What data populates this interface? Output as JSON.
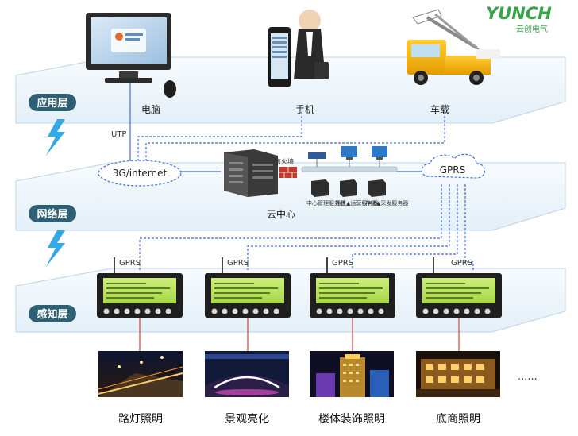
{
  "brand": {
    "logo_text": "YUNCH",
    "sub_text": "云创电气",
    "color": "#3aa34a"
  },
  "layers": [
    {
      "label": "应用层"
    },
    {
      "label": "网络层"
    },
    {
      "label": "感知层"
    }
  ],
  "application": {
    "devices": [
      {
        "label": "电脑",
        "icon": "computer-icon"
      },
      {
        "label": "手机",
        "icon": "phone-icon"
      },
      {
        "label": "车载",
        "icon": "truck-icon"
      }
    ]
  },
  "network": {
    "utp_label": "UTP",
    "internet_label": "3G/internet",
    "gprs_label": "GPRS",
    "firewall_label": "防火墙",
    "cloud_label": "云中心",
    "servers": [
      {
        "label": "中心管理服务器"
      },
      {
        "label": "通信▲运营服务器"
      },
      {
        "label": "存储▲采发服务器"
      }
    ]
  },
  "perception": {
    "controllers": [
      {
        "gprs": "GPRS"
      },
      {
        "gprs": "GPRS"
      },
      {
        "gprs": "GPRS"
      },
      {
        "gprs": "GPRS"
      }
    ]
  },
  "scenes": [
    {
      "label": "路灯照明"
    },
    {
      "label": "景观亮化"
    },
    {
      "label": "楼体装饰照明"
    },
    {
      "label": "底商照明"
    }
  ],
  "more": "......",
  "colors": {
    "layer_label_bg": "#2e5f73",
    "layer_label_text": "#ffffff",
    "plane_fill": "#eef6fb",
    "link": "#3f6fd6",
    "lightning": "#35a9e6",
    "lcd": "#b7e35c",
    "red_line": "#e23b3b"
  }
}
